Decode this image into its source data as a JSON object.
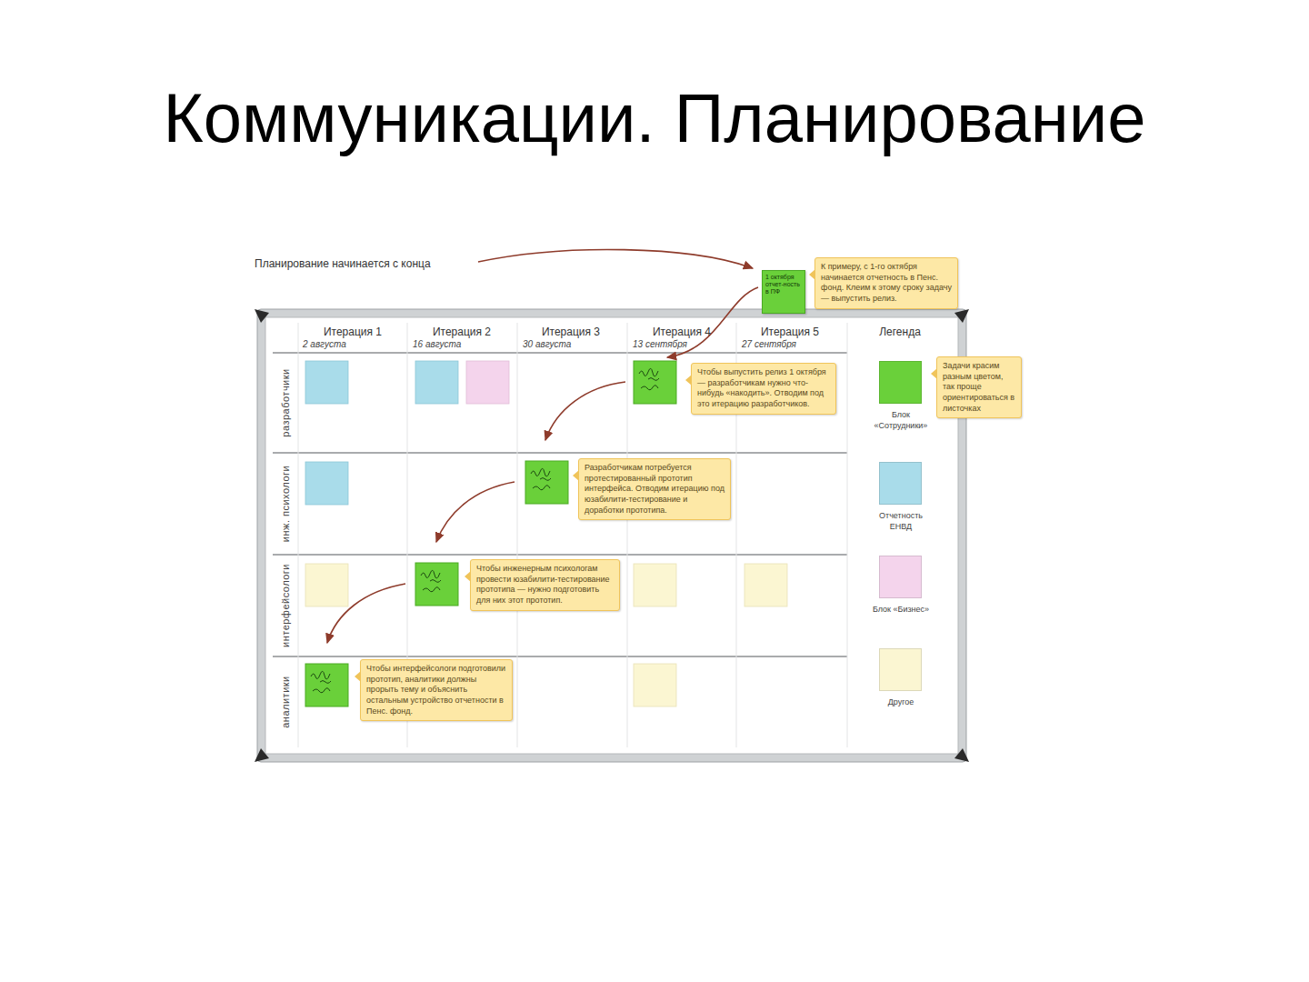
{
  "diagram": {
    "title": "Коммуникации. Планирование",
    "nodes": [
      {
        "text": [
          "1 октября отчет-ность в ПФ"
        ]
      },
      {
        "text": [
          "К примеру, с 1-го октября начинается отчетность в Пенс. фонд. Клеим к этому сроку задачу — выпустить релиз."
        ]
      },
      {
        "text": [
          "Чтобы выпустить релиз 1 октября — разработчикам нужно что-нибудь «накодить». Отводим под это итерацию разработчиков."
        ]
      },
      {
        "text": [
          "Задачи красим разным цветом, так проще ориентироваться в листочках"
        ]
      },
      {
        "text": [
          "Разработчикам потребуется протестированный прототип интерфейса. Отводим итерацию под юзабилити-тестирование и доработки прототипа."
        ]
      },
      {
        "text": [
          "Чтобы инженерным психологам провести юзабилити-тестирование прототипа — нужно подготовить для них этот прототип."
        ]
      },
      {
        "text": [
          "Чтобы интерфейсологи подготовили прототип, аналитики должны прорыть тему и объяснить остальным устройство отчетности в Пенс. фонд."
        ]
      }
    ],
    "labels": [
      "Планирование начинается с конца",
      "Итерация 1",
      "2 августа",
      "Итерация 2",
      "16 августа",
      "Итерация 3",
      "30 августа",
      "Итерация 4",
      "13 сентября",
      "Итерация 5",
      "27 сентября",
      "Легенда",
      "разработчики",
      "инж. психологи",
      "интерфейсологи",
      "аналитики"
    ],
    "legend": [
      {
        "text": "Блок «Сотрудники»",
        "color": "#6ad03a"
      },
      {
        "text": "Отчетность ЕНВД",
        "color": "#a9dcea"
      },
      {
        "text": "Блок «Бизнес»",
        "color": "#f4d4ec"
      },
      {
        "text": "Другое",
        "color": "#fbf6d2"
      }
    ]
  }
}
